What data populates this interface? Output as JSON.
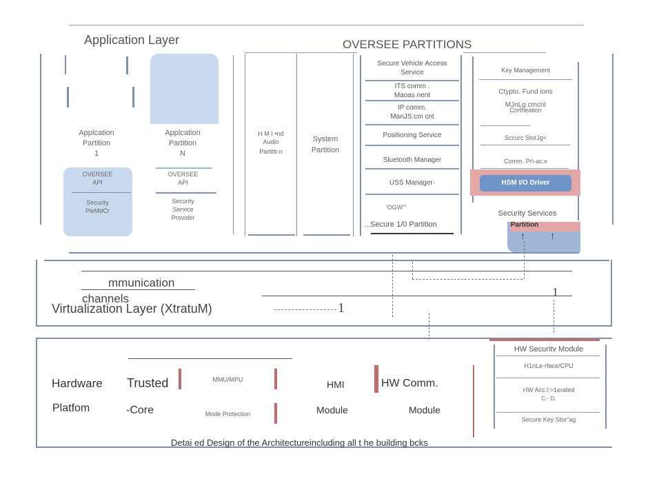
{
  "diagram": {
    "application_layer_title": "Application Layer",
    "oversee_title": "OVERSEE PARTITIONS",
    "app_partition_1": {
      "line1": "Applcation",
      "line2": "Partition",
      "line3": "1",
      "api_line1": "OVERSEE",
      "api_line2": "API",
      "security_line1": "Security",
      "security_line2": "PleMdCr"
    },
    "app_partition_n": {
      "line1": "Applcation",
      "line2": "Partition",
      "line3": "N",
      "api_line1": "OVERSEE",
      "api_line2": "API",
      "security_line1": "Security",
      "security_line2": "Service",
      "security_line3": "Provider"
    },
    "hmi_partition": {
      "line1": "H M I •nd",
      "line2": "Audio",
      "line3": "Partitb n"
    },
    "system_partition": {
      "line1": "System",
      "line2": "Partition"
    },
    "oversee_services": [
      "Secure Vehicle Access Service",
      "ITS comm .",
      "Maoas nent",
      "IP comm.",
      "ManJS:cm cnt",
      "Positioning Service",
      "Sluetooth Manager",
      "USS Manager-"
    ],
    "secure_io_partition": "...Secure 1/0 Partition",
    "secure_io_fragment": "'OGW'''",
    "security_services": {
      "key_management": "Key Management",
      "crypto_functions": "Ctypto. Fund ions",
      "mjnl": "MJnLg cmcnt",
      "certification": "Cortheation",
      "secure_storage": "Sccurc StorJg<",
      "comm_priv": "Comm.  Pr\\-ac.v",
      "hsm_driver": "HSM I/O Driver",
      "partition_title": "Security Services",
      "partition_label": "Partition"
    },
    "comm_channels_line1": "mmunication",
    "comm_channels_line2": "channels",
    "virtualization_layer": "Virtualization Layer (XtratuM)",
    "dash_marker": "1",
    "hardware_platform_line1": "Hardware",
    "hardware_platform_line2": "Platfom",
    "trusted_core_line1": "Trusted",
    "trusted_core_line2": "-Core",
    "mmu_mpu": "MMU/MPU",
    "mode_protection": "Mode Protection",
    "hmi_module_line1": "HMI",
    "hmi_module_line2": "Module",
    "hw_comm_line1": "HW Comm.",
    "hw_comm_line2": "Module",
    "hw_security_module": {
      "title": "HW Securitv Module",
      "interface": "H1nLe-rface/CPU",
      "accelerated": "HW Acc.l:>1erated",
      "accelerated2": "C-·  D.",
      "secure_storage": "Secure Key Stor”ag"
    },
    "caption": "Detai ed Design of the Architectureincluding all t he building bcks"
  },
  "colors": {
    "frame_line": "#7f8fa8",
    "box_blue": "#c9daef",
    "accent_red": "#c36b6b",
    "hsm_blue": "#6f95c8"
  }
}
